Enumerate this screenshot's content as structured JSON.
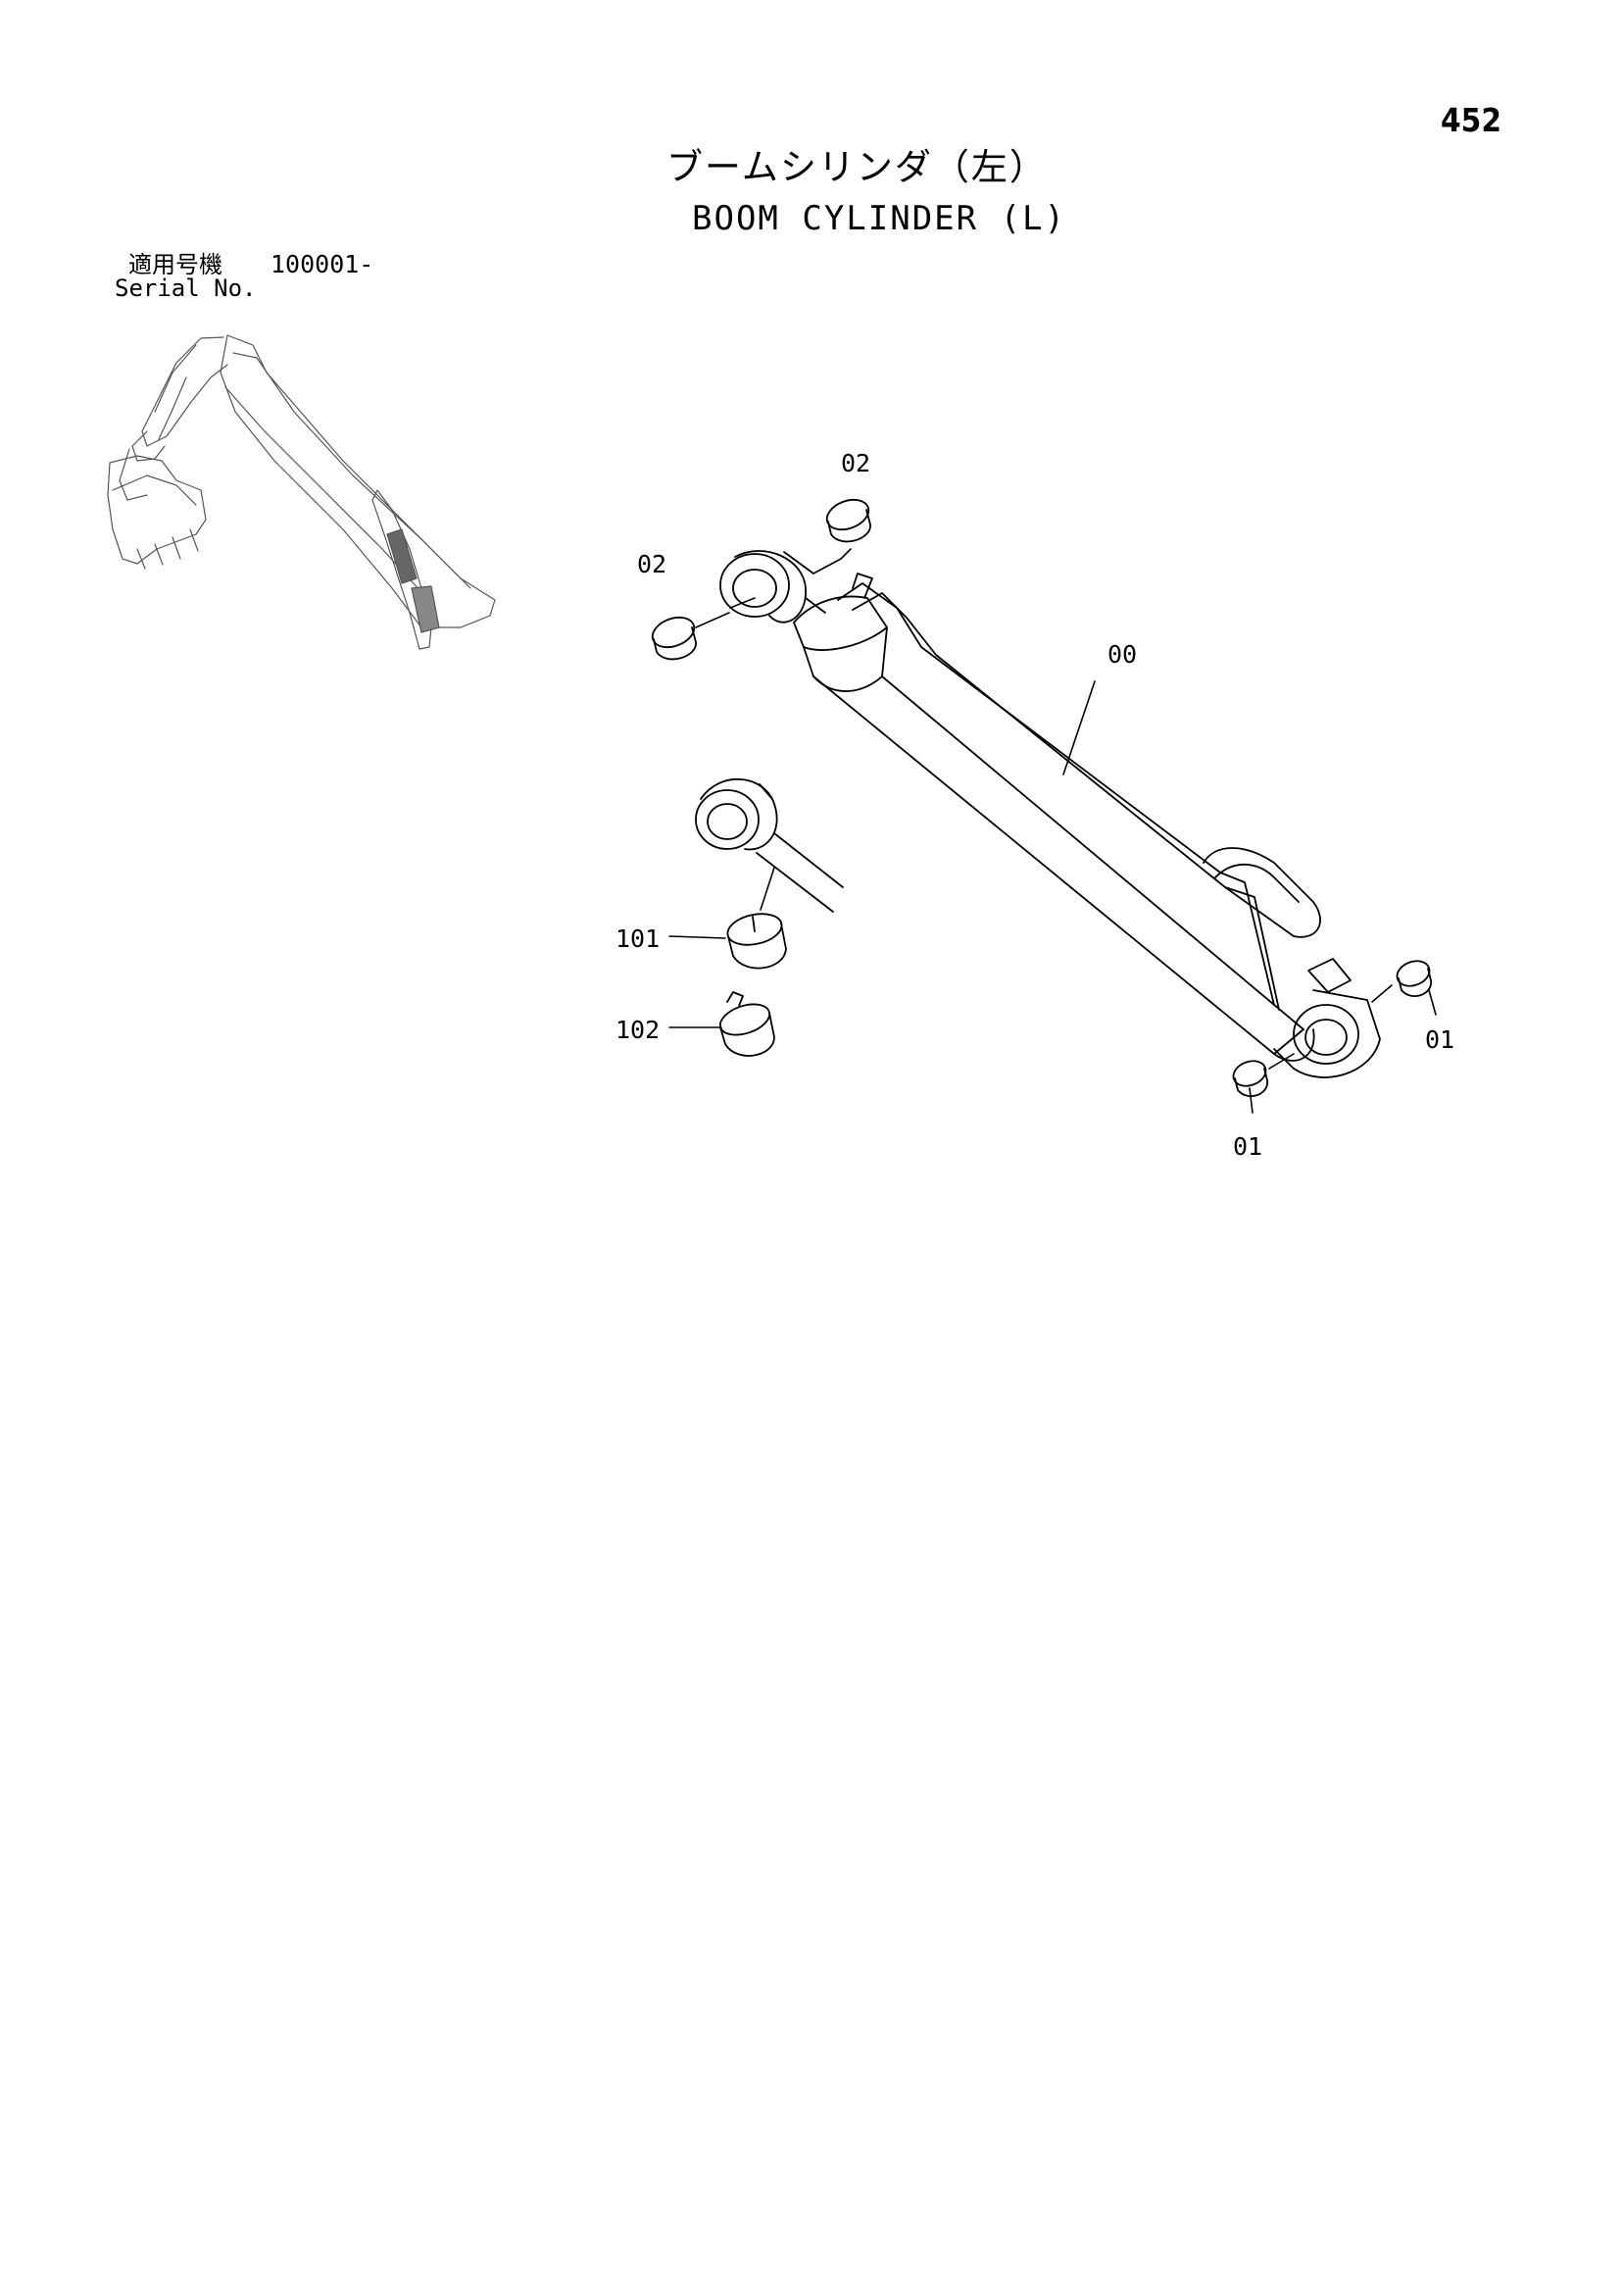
{
  "page": {
    "number": "452"
  },
  "title": {
    "japanese": "ブームシリンダ（左）",
    "english": "BOOM CYLINDER (L)"
  },
  "serial": {
    "label_jp": "適用号機",
    "label_en": "Serial No.",
    "value": "100001-"
  },
  "callouts": {
    "c00": "00",
    "c01a": "01",
    "c01b": "01",
    "c02a": "02",
    "c02b": "02",
    "c101": "101",
    "c102": "102"
  }
}
